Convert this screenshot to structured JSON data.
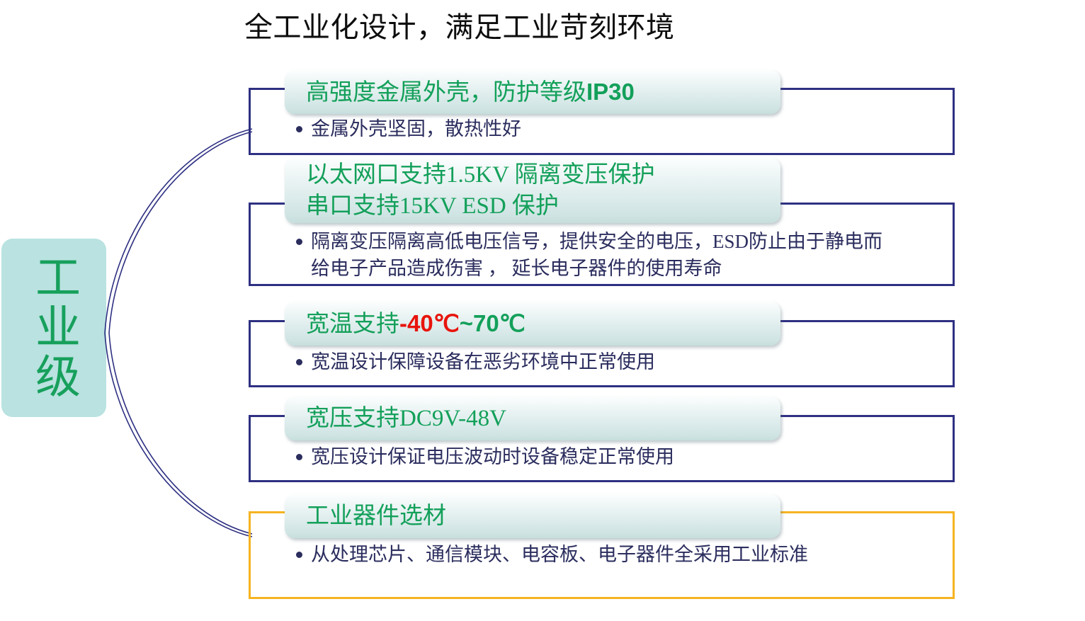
{
  "slide": {
    "title": "全工业化设计，满足工业苛刻环境",
    "badge_label": "工业级",
    "colors": {
      "green": "#13a05a",
      "navy": "#2e3082",
      "orange": "#f5b421",
      "red": "#e8140c",
      "badge_bg": "#b9e2e0",
      "body_text": "#2b2d5e"
    }
  },
  "cards": [
    {
      "header_lines": [
        "高强度金属外壳，防护等级IP30"
      ],
      "header_plain": "高强度金属外壳，防护等级IP30",
      "header_cn": "高强度金属外壳，防护等级",
      "header_code": "IP30",
      "body": "金属外壳坚固，散热性好",
      "border_color": "#2e3082"
    },
    {
      "header_line1": "以太网口支持1.5KV 隔离变压保护",
      "header_line2": "串口支持15KV ESD 保护",
      "body": "隔离变压隔离高低电压信号，提供安全的电压，ESD防止由于静电而给电子产品造成伤害 ， 延长电子器件的使用寿命",
      "body_l1": "隔离变压隔离高低电压信号，提供安全的电压，ESD防止由于静电而",
      "body_l2": "给电子产品造成伤害 ， 延长电子器件的使用寿命",
      "border_color": "#2e3082"
    },
    {
      "header_cn": "宽温支持",
      "header_low": "-40℃",
      "header_sep": "~",
      "header_high": "70℃",
      "header_plain": "宽温支持-40℃~70℃",
      "body": "宽温设计保障设备在恶劣环境中正常使用",
      "border_color": "#2e3082"
    },
    {
      "header_cn": "宽压支持",
      "header_code": "DC9V-48V",
      "header_plain": "宽压支持DC9V-48V",
      "body": "宽压设计保证电压波动时设备稳定正常使用",
      "border_color": "#2e3082"
    },
    {
      "header_plain": "工业器件选材",
      "body": "从处理芯片、通信模块、电容板、电子器件全采用工业标准",
      "border_color": "#f5b421"
    }
  ]
}
